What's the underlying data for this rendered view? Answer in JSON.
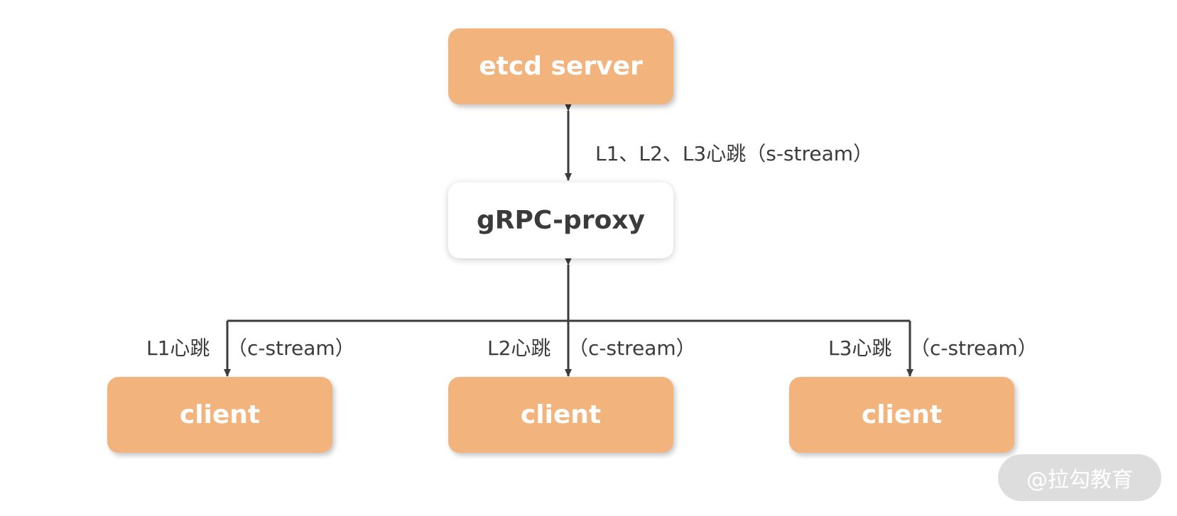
{
  "nodes": {
    "etcd_server": "etcd server",
    "grpc_proxy": "gRPC-proxy",
    "client_1": "client",
    "client_2": "client",
    "client_3": "client"
  },
  "edges": {
    "server_proxy_label": "L1、L2、L3心跳（s-stream）",
    "client_1_part1": "L1心跳",
    "client_1_part2": "（c-stream）",
    "client_2_part1": "L2心跳",
    "client_2_part2": "（c-stream）",
    "client_3_part1": "L3心跳",
    "client_3_part2": "（c-stream）"
  },
  "watermark": "@拉勾教育",
  "colors": {
    "node_fill": "#f2b37d",
    "proxy_fill": "#ffffff",
    "line": "#3b3b3b",
    "text_dark": "#3b3b3b"
  }
}
